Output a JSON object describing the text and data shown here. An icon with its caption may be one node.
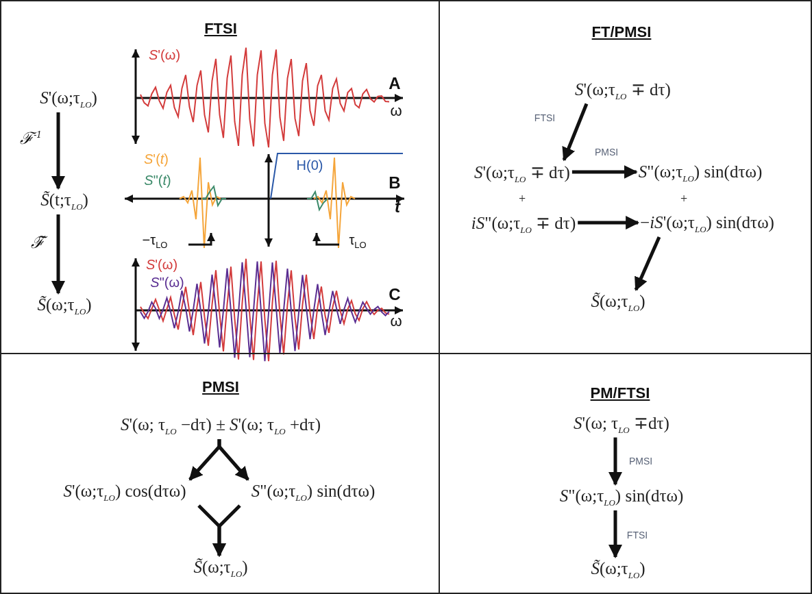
{
  "diagram": {
    "nodes": [
      {
        "text": [
          "FTSI"
        ]
      },
      {
        "text": [
          "*S*'(ω;τ$_{LO}$)"
        ],
        "in": 0
      },
      {
        "text": [
          "*S̃*(t;τ$_{LO}$)"
        ],
        "in": 0
      },
      {
        "text": [
          "*S̃*(ω;τ$_{LO}$)"
        ],
        "in": 0
      },
      {
        "text": [
          "FT/PMSI"
        ]
      },
      {
        "text": [
          "*S*'(ω;τ$_{LO}$ ∓ dτ)"
        ],
        "in": 4
      },
      {
        "text": [
          "*S*'(ω;τ$_{LO}$ ∓ dτ)"
        ],
        "in": 4
      },
      {
        "text": [
          "*S*\"(ω;τ$_{LO}$) sin(dτω)"
        ],
        "in": 4
      },
      {
        "text": [
          "*iS*\"(ω;τ$_{LO}$ ∓ dτ)"
        ],
        "in": 4
      },
      {
        "text": [
          "−*iS*'(ω;τ$_{LO}$) sin(dτω)"
        ],
        "in": 4
      },
      {
        "text": [
          "*S̃*(ω;τ$_{LO}$)"
        ],
        "in": 4
      },
      {
        "text": [
          "PMSI"
        ]
      },
      {
        "text": [
          "*S*'(ω; τ$_{LO}$ −dτ) ± *S*'(ω; τ$_{LO}$ +dτ)"
        ],
        "in": 11
      },
      {
        "text": [
          "*S*'(ω;τ$_{LO}$) cos(dτω)"
        ],
        "in": 11
      },
      {
        "text": [
          "*S*\"(ω;τ$_{LO}$) sin(dτω)"
        ],
        "in": 11
      },
      {
        "text": [
          "*S̃*(ω;τ$_{LO}$)"
        ],
        "in": 11
      },
      {
        "text": [
          "PM/FTSI"
        ]
      },
      {
        "text": [
          "*S*'(ω; τ$_{LO}$ ∓dτ)"
        ],
        "in": 16
      },
      {
        "text": [
          "*S*\"(ω;τ$_{LO}$) sin(dτω)"
        ],
        "in": 16
      },
      {
        "text": [
          "*S̃*(ω;τ$_{LO}$)"
        ],
        "in": 16
      }
    ],
    "edges": [
      {
        "from": 1,
        "to": 2,
        "arrow": "to",
        "label": "ℱ$^{-1}$"
      },
      {
        "from": 2,
        "to": 3,
        "arrow": "to",
        "label": "ℱ̃"
      },
      {
        "from": 5,
        "to": 6,
        "arrow": "to",
        "label": "FTSI"
      },
      {
        "from": 6,
        "to": 7,
        "arrow": "to",
        "label": "PMSI"
      },
      {
        "from": 8,
        "to": 9,
        "arrow": "to"
      },
      {
        "from": 9,
        "to": 10,
        "arrow": "to"
      },
      {
        "from": 12,
        "to": 13,
        "arrow": "to"
      },
      {
        "from": 12,
        "to": 14,
        "arrow": "to"
      },
      {
        "from": 13,
        "to": 15,
        "arrow": "to"
      },
      {
        "from": 14,
        "to": 15,
        "arrow": "to"
      },
      {
        "from": 17,
        "to": 18,
        "arrow": "to",
        "label": "PMSI"
      },
      {
        "from": 18,
        "to": 19,
        "arrow": "to",
        "label": "FTSI"
      }
    ],
    "labels": [
      "*S*'(ω)",
      "A",
      "ω",
      "*S*'(*t*)",
      "H(0)",
      "*S*\"(*t*)",
      "B",
      "t",
      "−τ$_{LO}$",
      "τ$_{LO}$",
      "*S*'(ω)",
      "*S*\"(ω)",
      "C",
      "ω",
      "+",
      "+"
    ]
  }
}
